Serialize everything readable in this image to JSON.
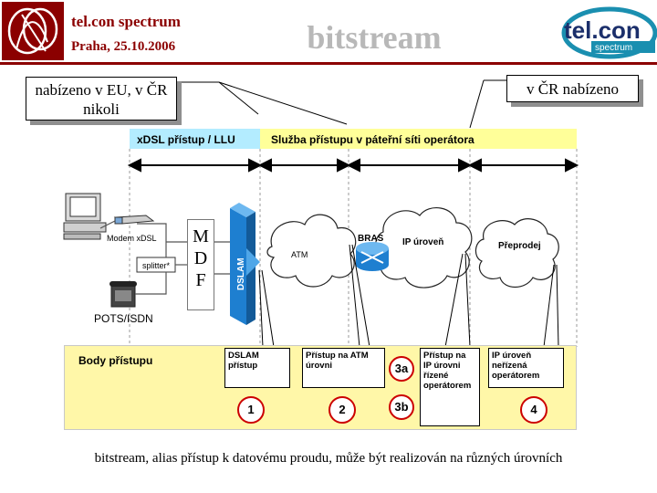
{
  "header": {
    "org_name": "tel.con spectrum",
    "date_line": "Praha, 25.10.2006",
    "title": "bitstream",
    "logo_left_icon": "monogram-logo-icon",
    "logo_right_main": "tel.con",
    "logo_right_sub": "spectrum"
  },
  "callouts": {
    "left": "nabízeno v EU, v ČR nikoli",
    "right": "v ČR nabízeno"
  },
  "bands": {
    "xdsl": "xDSL přístup / LLU",
    "operator": "Služba přístupu v páteřní síti operátora"
  },
  "equipment": {
    "modem": "Modem xDSL",
    "splitter": "splitter*",
    "pots": "POTS/ISDN",
    "mdf": [
      "M",
      "D",
      "F"
    ],
    "dslam": "DSLAM",
    "atm_cloud": "ATM",
    "bras": "BRAS",
    "ip_cloud": "IP úroveň",
    "resale_cloud": "Přeprodej"
  },
  "access_points": {
    "panel_label": "Body přístupu",
    "boxes": {
      "dslam": "DSLAM přístup",
      "atm": "Přístup na ATM úrovni",
      "ip_managed": "Přístup na IP úrovni řízené operátorem",
      "ip_unmanaged": "IP úroveň neřízená operátorem"
    },
    "numbers": [
      "1",
      "2",
      "3a",
      "3b",
      "4"
    ]
  },
  "colors": {
    "header_text": "#8b0000",
    "xdsl_band": "#b3ecff",
    "operator_band": "#ffff99",
    "points_panel": "#fff7a8",
    "dslam_blue": "#1e7fd0",
    "circle_red": "#cc0000",
    "logo_teal": "#1a8fb0",
    "logo_navy": "#1b2f6b"
  },
  "caption": "bitstream, alias přístup k datovému proudu, může být realizován na různých úrovních"
}
